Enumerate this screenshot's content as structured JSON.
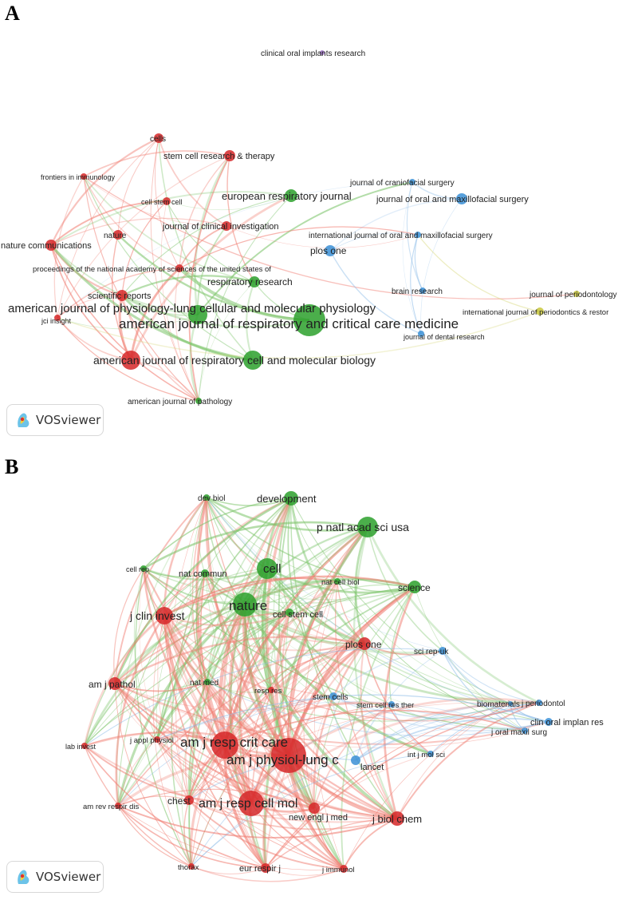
{
  "colors": {
    "red": "#d62728",
    "green": "#2ca02c",
    "blue": "#3a8fd6",
    "yellow": "#c7c63a",
    "purple": "#9467bd"
  },
  "edge_colors": {
    "red": "#f07a6e",
    "green": "#7cc46a",
    "blue": "#8fbde8",
    "yellow": "#d8d87a",
    "purple": "#b9a3d6"
  },
  "panels": [
    {
      "letter": "A",
      "logo": "VOSviewer",
      "nodes": [
        {
          "label": "clinical oral implants research",
          "cluster": "purple"
        },
        {
          "label": "cells",
          "cluster": "red"
        },
        {
          "label": "stem cell research & therapy",
          "cluster": "red"
        },
        {
          "label": "frontiers in immunology",
          "cluster": "red"
        },
        {
          "label": "cell stem cell",
          "cluster": "red"
        },
        {
          "label": "european respiratory journal",
          "cluster": "green"
        },
        {
          "label": "journal of craniofacial surgery",
          "cluster": "blue"
        },
        {
          "label": "journal of oral and maxillofacial surgery",
          "cluster": "blue"
        },
        {
          "label": "journal of clinical investigation",
          "cluster": "red"
        },
        {
          "label": "nature",
          "cluster": "red"
        },
        {
          "label": "nature communications",
          "cluster": "red"
        },
        {
          "label": "international journal of oral and maxillofacial surgery",
          "cluster": "blue"
        },
        {
          "label": "plos one",
          "cluster": "blue"
        },
        {
          "label": "proceedings of the national academy of sciences of the united states of",
          "cluster": "red"
        },
        {
          "label": "respiratory research",
          "cluster": "green"
        },
        {
          "label": "brain research",
          "cluster": "blue"
        },
        {
          "label": "journal of periodontology",
          "cluster": "yellow"
        },
        {
          "label": "scientific reports",
          "cluster": "red"
        },
        {
          "label": "jci insight",
          "cluster": "red"
        },
        {
          "label": "international journal of periodontics & restor",
          "cluster": "yellow"
        },
        {
          "label": "american journal of respiratory and critical care medicine",
          "cluster": "green"
        },
        {
          "label": "american journal of physiology-lung cellular and molecular physiology",
          "cluster": "green"
        },
        {
          "label": "journal of dental research",
          "cluster": "blue"
        },
        {
          "label": "american journal of respiratory cell and molecular biology",
          "cluster": "green"
        },
        {
          "label": "american journal of pathology",
          "cluster": "green"
        }
      ]
    },
    {
      "letter": "B",
      "logo": "VOSviewer",
      "nodes": [
        {
          "label": "dev biol",
          "cluster": "green"
        },
        {
          "label": "development",
          "cluster": "green"
        },
        {
          "label": "p natl acad sci usa",
          "cluster": "green"
        },
        {
          "label": "cell rep",
          "cluster": "green"
        },
        {
          "label": "nat commun",
          "cluster": "green"
        },
        {
          "label": "cell",
          "cluster": "green"
        },
        {
          "label": "nat cell biol",
          "cluster": "green"
        },
        {
          "label": "science",
          "cluster": "green"
        },
        {
          "label": "nature",
          "cluster": "green"
        },
        {
          "label": "j clin invest",
          "cluster": "red"
        },
        {
          "label": "cell stem cell",
          "cluster": "green"
        },
        {
          "label": "plos one",
          "cluster": "red"
        },
        {
          "label": "sci rep-uk",
          "cluster": "blue"
        },
        {
          "label": "am j pathol",
          "cluster": "red"
        },
        {
          "label": "nat med",
          "cluster": "green"
        },
        {
          "label": "resp res",
          "cluster": "red"
        },
        {
          "label": "stem cells",
          "cluster": "blue"
        },
        {
          "label": "stem cell res ther",
          "cluster": "blue"
        },
        {
          "label": "biomaterials",
          "cluster": "blue"
        },
        {
          "label": "j periodontol",
          "cluster": "blue"
        },
        {
          "label": "clin oral implan res",
          "cluster": "blue"
        },
        {
          "label": "j oral maxil surg",
          "cluster": "blue"
        },
        {
          "label": "am j resp crit care",
          "cluster": "red"
        },
        {
          "label": "am j physiol-lung c",
          "cluster": "red"
        },
        {
          "label": "j appl physiol",
          "cluster": "red"
        },
        {
          "label": "lab invest",
          "cluster": "red"
        },
        {
          "label": "lancet",
          "cluster": "blue"
        },
        {
          "label": "int j mol sci",
          "cluster": "blue"
        },
        {
          "label": "chest",
          "cluster": "red"
        },
        {
          "label": "am j resp cell mol",
          "cluster": "red"
        },
        {
          "label": "new engl j med",
          "cluster": "red"
        },
        {
          "label": "am rev respir dis",
          "cluster": "red"
        },
        {
          "label": "j biol chem",
          "cluster": "red"
        },
        {
          "label": "thorax",
          "cluster": "red"
        },
        {
          "label": "eur respir j",
          "cluster": "red"
        },
        {
          "label": "j immunol",
          "cluster": "red"
        }
      ]
    }
  ]
}
